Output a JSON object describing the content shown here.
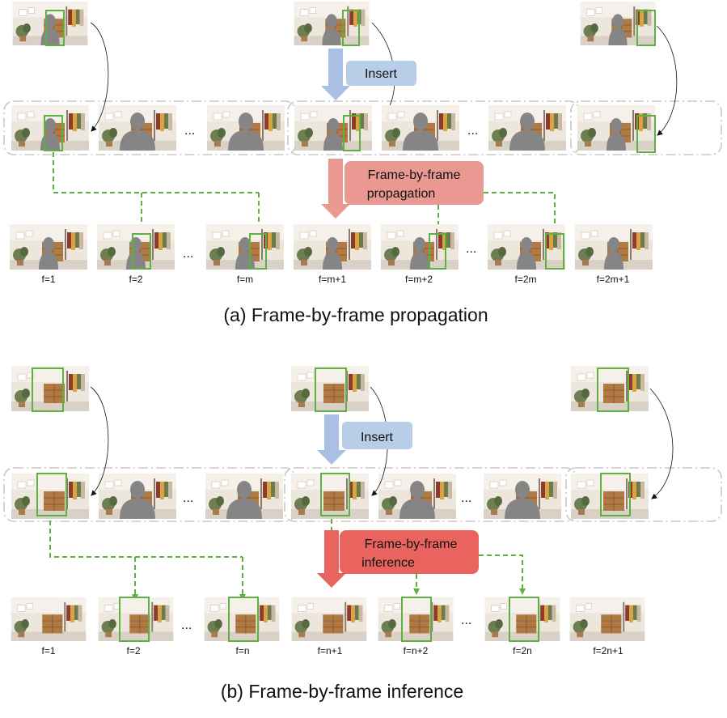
{
  "panel_a": {
    "caption": "(a) Frame-by-frame propagation",
    "insert_label": "Insert",
    "process_line1": "Frame-by-frame",
    "process_line2": "propagation",
    "ellipsis": "...",
    "frame_labels": [
      "f=1",
      "f=2",
      "f=m",
      "f=m+1",
      "f=m+2",
      "f=2m",
      "f=2m+1"
    ]
  },
  "panel_b": {
    "caption": "(b) Frame-by-frame inference",
    "insert_label": "Insert",
    "process_line1": "Frame-by-frame",
    "process_line2": "inference",
    "ellipsis": "...",
    "frame_labels": [
      "f=1",
      "f=2",
      "f=n",
      "f=n+1",
      "f=n+2",
      "f=2n",
      "f=2n+1"
    ]
  },
  "colors": {
    "box_green": "#5fb043",
    "insert_blue": "#a9c0e4",
    "insert_fill": "#b8cde8",
    "prop_pink": "#e99892",
    "infer_red": "#e9635f",
    "silhouette": "#858585",
    "group_border": "#c8c8c8"
  }
}
